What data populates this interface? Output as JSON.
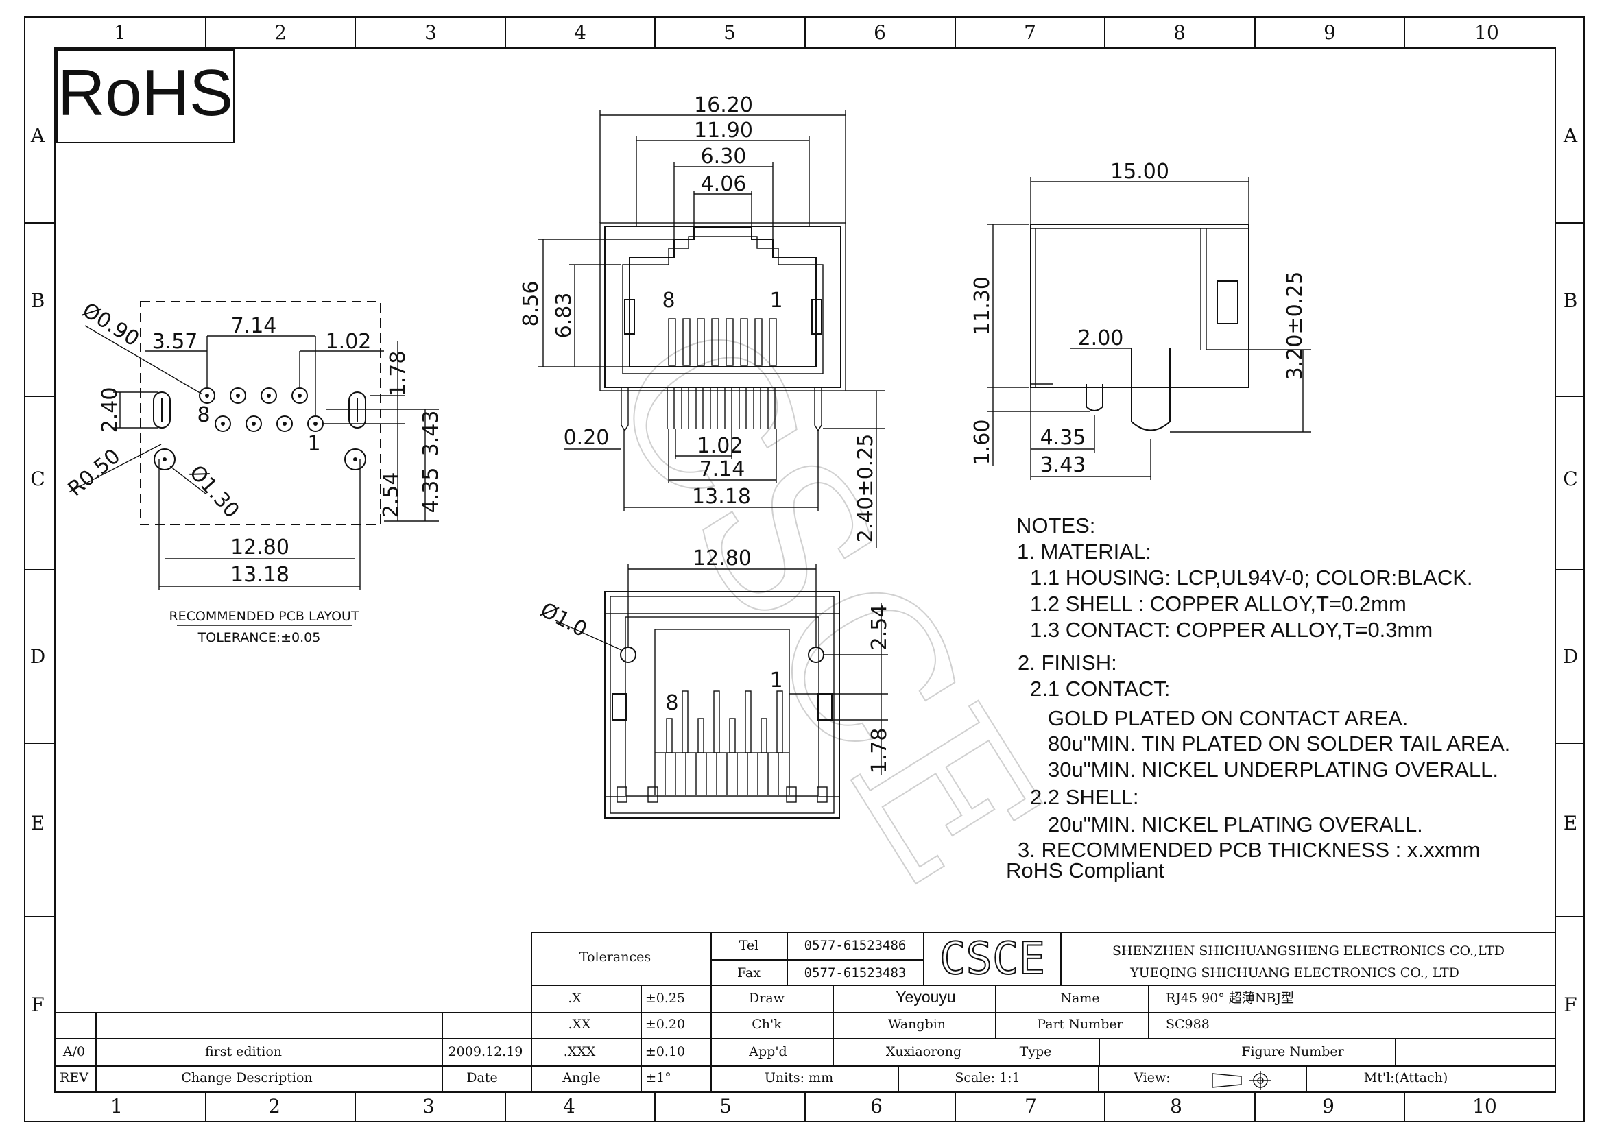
{
  "zones": {
    "columns": [
      "1",
      "2",
      "3",
      "4",
      "5",
      "6",
      "7",
      "8",
      "9",
      "10"
    ],
    "rows": [
      "A",
      "B",
      "C",
      "D",
      "E",
      "F"
    ]
  },
  "rohs_logo": "RoHS",
  "watermark": "CSCE",
  "pcb_layout": {
    "dims": {
      "d090": "Ø0.90",
      "d357": "3.57",
      "d714": "7.14",
      "d102": "1.02",
      "d178": "1.78",
      "d240": "2.40",
      "d343": "3.43",
      "d435": "4.35",
      "d254": "2.54",
      "r050": "R0.50",
      "d130": "Ø1.30",
      "d1280": "12.80",
      "d1318": "13.18"
    },
    "pin8": "8",
    "pin1": "1",
    "caption": "RECOMMENDED PCB LAYOUT",
    "tolerance": "TOLERANCE:±0.05"
  },
  "front_view": {
    "dims": {
      "d1620": "16.20",
      "d1190": "11.90",
      "d630": "6.30",
      "d406": "4.06",
      "d856": "8.56",
      "d683": "6.83",
      "d020": "0.20",
      "d102": "1.02",
      "d714": "7.14",
      "d1318": "13.18",
      "d240": "2.40±0.25"
    },
    "pin8": "8",
    "pin1": "1"
  },
  "side_view": {
    "dims": {
      "d1500": "15.00",
      "d1130": "11.30",
      "d200": "2.00",
      "d320": "3.20±0.25",
      "d160": "1.60",
      "d435": "4.35",
      "d343": "3.43"
    }
  },
  "bottom_view": {
    "dims": {
      "d1280": "12.80",
      "d10": "Ø1.0",
      "d254": "2.54",
      "d178": "1.78"
    },
    "pin8": "8",
    "pin1": "1"
  },
  "notes": [
    "NOTES:",
    "1. MATERIAL:",
    "1.1 HOUSING: LCP,UL94V-0; COLOR:BLACK.",
    "1.2 SHELL : COPPER ALLOY,T=0.2mm",
    "1.3 CONTACT: COPPER ALLOY,T=0.3mm",
    "2. FINISH:",
    "2.1 CONTACT:",
    "GOLD PLATED ON CONTACT AREA.",
    "80u\"MIN. TIN PLATED ON SOLDER TAIL AREA.",
    "30u\"MIN. NICKEL UNDERPLATING OVERALL.",
    "2.2 SHELL:",
    "20u\"MIN. NICKEL PLATING OVERALL.",
    "3. RECOMMENDED PCB THICKNESS : x.xxmm",
    "RoHS  Compliant"
  ],
  "title_block": {
    "tolerances_label": "Tolerances",
    "tol_rows": [
      {
        "key": ".X",
        "val": "±0.25"
      },
      {
        "key": ".XX",
        "val": "±0.20"
      },
      {
        "key": ".XXX",
        "val": "±0.10"
      },
      {
        "key": "Angle",
        "val": "±1°"
      }
    ],
    "tel_label": "Tel",
    "tel": "0577-61523486",
    "fax_label": "Fax",
    "fax": "0577-61523483",
    "logo": "CSCE",
    "company1": "SHENZHEN SHICHUANGSHENG ELECTRONICS CO.,LTD",
    "company2": "YUEQING SHICHUANG ELECTRONICS CO., LTD",
    "draw_label": "Draw",
    "draw": "Yeyouyu",
    "chk_label": "Ch'k",
    "chk": "Wangbin",
    "appd_label": "App'd",
    "appd": "Xuxiaorong",
    "name_label": "Name",
    "name": "RJ45 90° 超薄NBJ型",
    "pn_label": "Part Number",
    "pn": "SC988",
    "type_label": "Type",
    "figure_label": "Figure Number",
    "units": "Units: mm",
    "scale": "Scale: 1:1",
    "view": "View:",
    "mtl": "Mt'l:(Attach)",
    "rev_label": "REV",
    "rev": "A/0",
    "change_label": "Change Description",
    "change": "first edition",
    "date_label": "Date",
    "date": "2009.12.19"
  }
}
